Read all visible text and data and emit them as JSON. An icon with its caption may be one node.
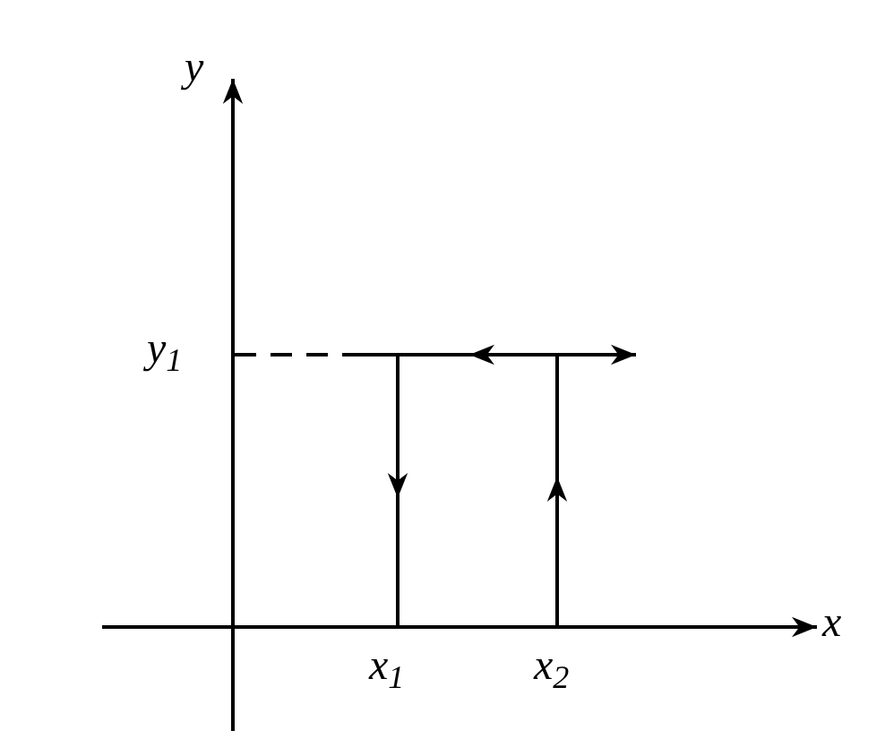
{
  "diagram": {
    "labels": [
      "y",
      "y$_{1}$",
      "x$_{1}$",
      "x$_{2}$",
      "x"
    ]
  }
}
